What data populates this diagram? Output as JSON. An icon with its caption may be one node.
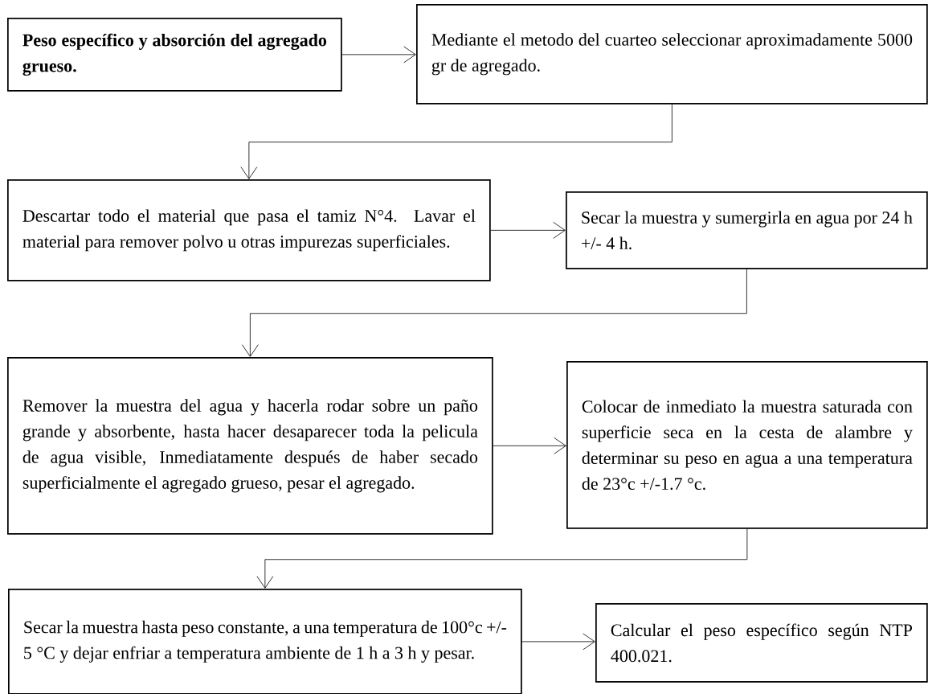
{
  "diagram": {
    "nodes": [
      {
        "text": [
          "Peso específico y absorción del agregado grueso."
        ]
      },
      {
        "text": [
          "Mediante el metodo del cuarteo seleccionar aproximadamente 5000 gr de agregado."
        ]
      },
      {
        "text": [
          "Descartar todo el material que pasa el tamiz N°4. Lavar el material para remover polvo u otras impurezas superficiales."
        ]
      },
      {
        "text": [
          "Secar la muestra y sumergirla en agua por 24 h +/- 4 h."
        ]
      },
      {
        "text": [
          "Remover la muestra del agua y hacerla rodar sobre un paño grande y absorbente, hasta hacer desaparecer toda la pelicula de agua visible, Inmediatamente después de haber secado superficialmente el agregado grueso, pesar el agregado."
        ]
      },
      {
        "text": [
          "Colocar de inmediato la muestra saturada con superficie seca en la cesta de alambre y determinar su peso en agua a una temperatura de 23°c +/-1.7 °c."
        ]
      },
      {
        "text": [
          "Secar la muestra hasta peso constante, a una temperatura de 100°c +/- 5 °C y dejar enfriar a temperatura ambiente de 1 h a 3 h y pesar."
        ]
      },
      {
        "text": [
          "Calcular el peso específico según NTP 400.021."
        ]
      }
    ],
    "edges": [
      {
        "from": 0,
        "to": 1,
        "arrow": "to"
      },
      {
        "from": 1,
        "to": 2,
        "arrow": "to"
      },
      {
        "from": 2,
        "to": 3,
        "arrow": "to"
      },
      {
        "from": 3,
        "to": 4,
        "arrow": "to"
      },
      {
        "from": 4,
        "to": 5,
        "arrow": "to"
      },
      {
        "from": 5,
        "to": 6,
        "arrow": "to"
      },
      {
        "from": 6,
        "to": 7,
        "arrow": "to"
      }
    ]
  }
}
